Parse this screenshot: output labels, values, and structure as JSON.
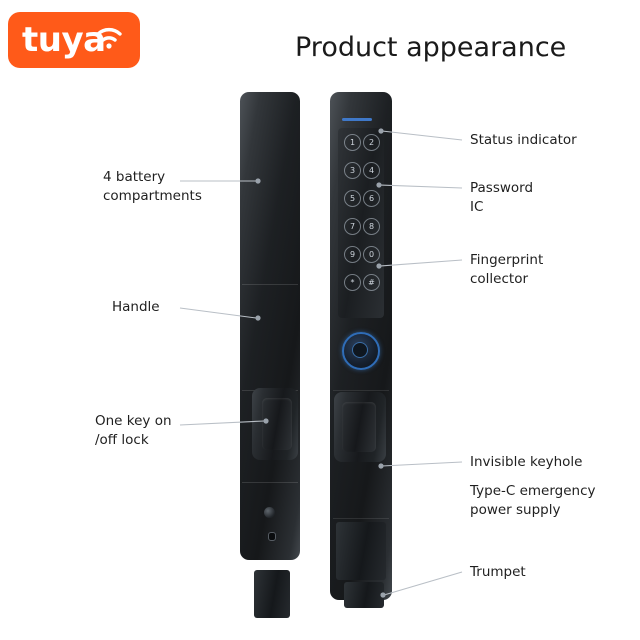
{
  "brand": {
    "name": "tuya",
    "logo_color": "#ff5a19",
    "wifi_icon": "wifi-icon"
  },
  "header": {
    "title": "Product appearance"
  },
  "labels": {
    "battery": "4 battery\ncompartments",
    "handle": "Handle",
    "onoff": "One key on\n/off lock",
    "status": "Status indicator",
    "password": "Password\nIC",
    "fingerprint": "Fingerprint\ncollector",
    "keyhole": "Invisible keyhole",
    "typec": "Type-C emergency\npower supply",
    "trumpet": "Trumpet"
  },
  "keypad": {
    "rows": [
      [
        "1",
        "2"
      ],
      [
        "3",
        "4"
      ],
      [
        "5",
        "6"
      ],
      [
        "7",
        "8"
      ],
      [
        "9",
        "0"
      ],
      [
        "*",
        "#"
      ]
    ]
  },
  "colors": {
    "accent": "#ff5a19",
    "status_indicator": "#3f78c8",
    "fingerprint_ring": "#2f6db8",
    "leader_line": "#b9bfc6",
    "text": "#1f1f1f"
  }
}
